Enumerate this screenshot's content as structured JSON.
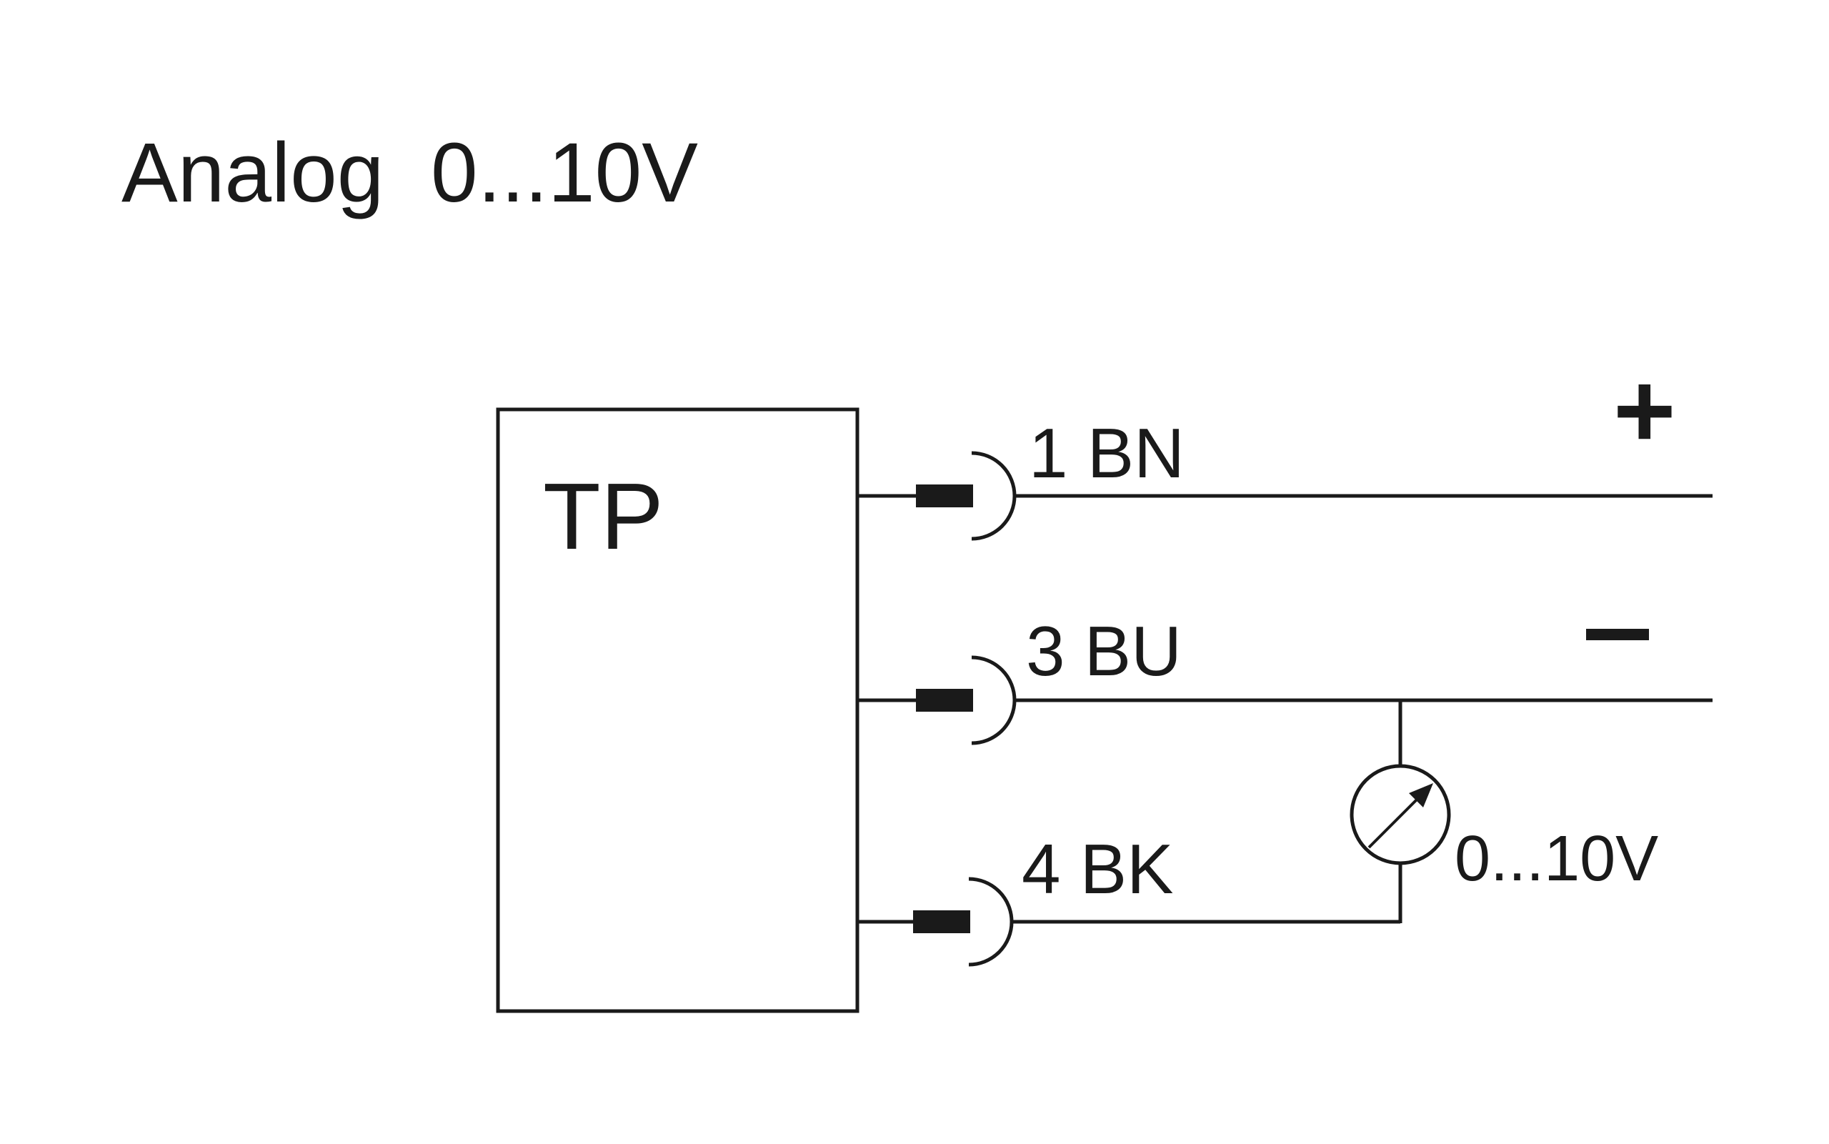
{
  "title": "Analog  0...10V",
  "device": {
    "label": "TP"
  },
  "wires": [
    {
      "label": "1 BN"
    },
    {
      "label": "3 BU"
    },
    {
      "label": "4 BK"
    }
  ],
  "polarity": {
    "plus": "+",
    "minus": "−"
  },
  "meter": {
    "label": "0...10V"
  },
  "colors": {
    "line": "#1a1a1a",
    "background": "#ffffff"
  }
}
